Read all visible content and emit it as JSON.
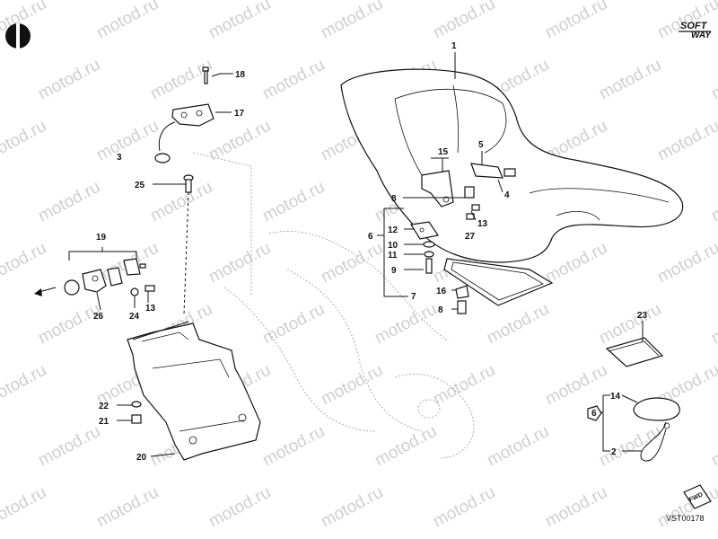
{
  "watermark": "motod.ru",
  "brand": {
    "line1": "SOFT",
    "line2": "WAY"
  },
  "diagram_code": "VST00178",
  "fwd_badge": "FWD",
  "callouts": {
    "c1": "1",
    "c2": "2",
    "c3": "3",
    "c4": "4",
    "c5": "5",
    "c6": "6",
    "c7": "7",
    "c8a": "8",
    "c8b": "8",
    "c9": "9",
    "c10": "10",
    "c11": "11",
    "c12": "12",
    "c13a": "13",
    "c13b": "13",
    "c14": "14",
    "c15": "15",
    "c16": "16",
    "c17": "17",
    "c18": "18",
    "c19": "19",
    "c20": "20",
    "c21": "21",
    "c22": "22",
    "c23": "23",
    "c24": "24",
    "c25": "25",
    "c26": "26",
    "c27": "27",
    "hex6": "6"
  },
  "colors": {
    "line": "#111111",
    "watermark": "#cfcfcf",
    "background": "#ffffff"
  }
}
